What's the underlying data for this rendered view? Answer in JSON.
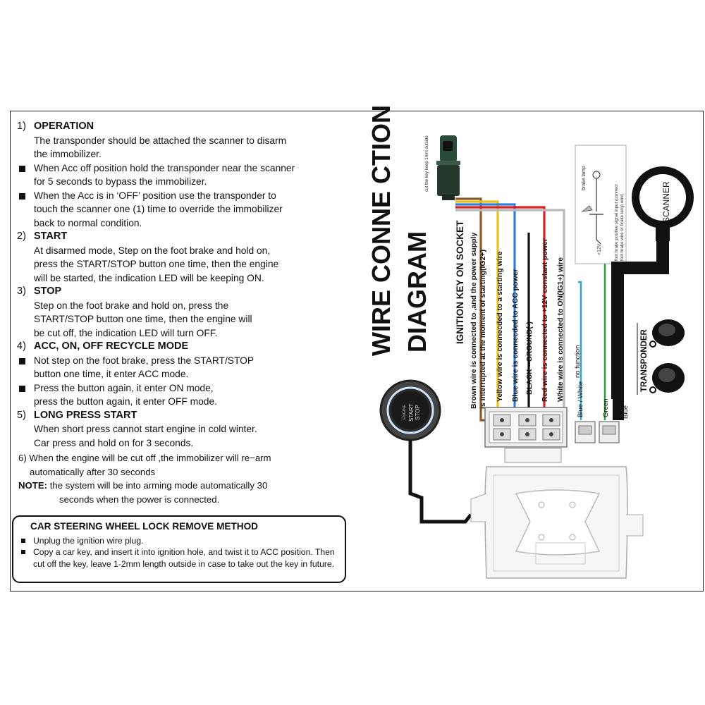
{
  "sections": [
    {
      "num": "1)",
      "title": "OPERATION",
      "lines": [
        {
          "type": "text",
          "text": "The transponder should be attached the scanner to disarm"
        },
        {
          "type": "text",
          "text": "the immobilizer."
        },
        {
          "type": "bullet",
          "text": "When Acc off position hold the transponder near the scanner"
        },
        {
          "type": "text",
          "text": "for 5 seconds to bypass the immobilizer."
        },
        {
          "type": "bullet",
          "text": "When the Acc is in ‘OFF’ position use the transponder to"
        },
        {
          "type": "text",
          "text": "touch the scanner one (1) time to override the immobilizer"
        },
        {
          "type": "text",
          "text": "back to normal condition."
        }
      ]
    },
    {
      "num": "2)",
      "title": "START",
      "lines": [
        {
          "type": "text",
          "text": "At disarmed mode, Step on the foot brake and hold on,"
        },
        {
          "type": "text",
          "text": "press the START/STOP button one time, then the engine"
        },
        {
          "type": "text",
          "text": "will be started, the indication LED will be keeping ON."
        }
      ]
    },
    {
      "num": "3)",
      "title": "STOP",
      "lines": [
        {
          "type": "text",
          "text": "Step on the foot brake and hold on, press the"
        },
        {
          "type": "text",
          "text": "START/STOP button one time, then the engine will"
        },
        {
          "type": "text",
          "text": "be cut off, the indication LED will turn OFF."
        }
      ]
    },
    {
      "num": "4)",
      "title": "ACC, ON, OFF RECYCLE MODE",
      "lines": [
        {
          "type": "bullet",
          "text": "Not step on the foot brake, press the START/STOP"
        },
        {
          "type": "text",
          "text": "button one time, it enter ACC mode."
        },
        {
          "type": "bullet",
          "text": "Press the button again, it enter ON mode,"
        },
        {
          "type": "text",
          "text": "press the button again, it enter OFF mode."
        }
      ]
    },
    {
      "num": "5)",
      "title": "LONG PRESS START",
      "lines": [
        {
          "type": "text",
          "text": "When short press cannot start engine in cold winter."
        },
        {
          "type": "text",
          "text": "Car press and hold on for 3 seconds."
        }
      ]
    }
  ],
  "item6": {
    "line1": "6) When the engine will be cut off ,the immobilizer will re−arm",
    "line2": "automatically after 30 seconds"
  },
  "note": {
    "label": "NOTE:",
    "line1": " the system will be into arming mode automatically 30",
    "line2": "seconds when the power is connected."
  },
  "lock_box": {
    "title": "CAR STEERING WHEEL LOCK REMOVE METHOD",
    "items": [
      "Unplug the ignition wire plug.",
      "Copy a car key, and insert it into ignition hole, and twist it to ACC position. Then cut off the key, leave 1-2mm length outside in case to take out the key in future."
    ]
  },
  "diagram": {
    "title_line1": "WIRE CONNE CTION",
    "title_line2": "DIAGRAM",
    "ignition_label": "IGNITION KEY ON SOCKET",
    "key_caption": "cut the key keep 1mm outside",
    "wires": [
      {
        "color": "#8b5a2b",
        "text1": "Brown wire is connected to ,and the power supply",
        "text2": "is interrupted at the moment of starting(IG2+)"
      },
      {
        "color": "#e8c21a",
        "text1": "Yellow wire is connecded to a starting wire",
        "text2": ""
      },
      {
        "color": "#2f7fd6",
        "text1": "Blue wire is connecded to ACC power",
        "text2": ""
      },
      {
        "color": "#111111",
        "text1": "BLACK --GROUND(-)",
        "text2": ""
      },
      {
        "color": "#d62222",
        "text1": "Red wire is connected to +12V constant power",
        "text2": ""
      },
      {
        "color": "#bbbbbb",
        "text1": "White wire is connected to ON(IG1+) wire",
        "text2": ""
      }
    ],
    "no_function": "no function",
    "blue_white": "Blue / White",
    "green": "Green",
    "blue": "Blue",
    "scanner": "SCANNER",
    "transponder": "TRANSPONDER",
    "brake_lamp": "brake lamp",
    "plus12v": "+12V",
    "foot_brake_text1": "foot brake positive signal input (connect",
    "foot_brake_text2": "foot brake wire or brake lamp wire)",
    "button_line1": "START",
    "button_line2": "STOP",
    "button_small": "ENGINE"
  },
  "colors": {
    "brown": "#8b5a2b",
    "yellow": "#e8c21a",
    "blue": "#2f7fd6",
    "red": "#d62222",
    "green": "#2e9e3e",
    "cyan": "#2aa7d8"
  }
}
